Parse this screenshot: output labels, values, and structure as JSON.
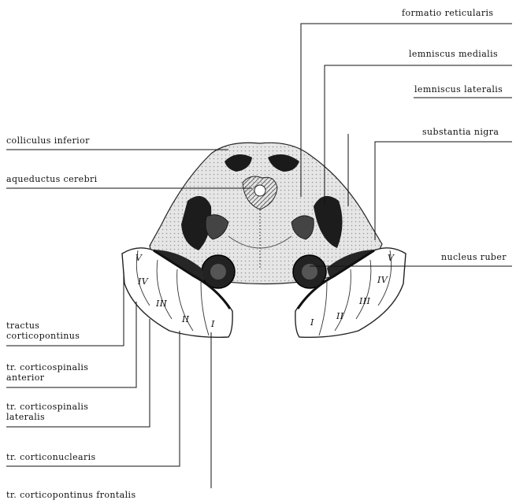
{
  "labels": {
    "formatio_reticularis": "formatio reticularis",
    "lemniscus_medialis": "lemniscus medialis",
    "lemniscus_lateralis": "lemniscus lateralis",
    "substantia_nigra": "substantia nigra",
    "colliculus_inferior": "colliculus inferior",
    "aqueductus_cerebri": "aqueductus cerebri",
    "nucleus_ruber": "nucleus ruber",
    "tractus_corticopontinus_1": "tractus",
    "tractus_corticopontinus_2": "corticopontinus",
    "tr_corticospinalis_anterior_1": "tr. corticospinalis",
    "tr_corticospinalis_anterior_2": "anterior",
    "tr_corticospinalis_lateralis_1": "tr. corticospinalis",
    "tr_corticospinalis_lateralis_2": "lateralis",
    "tr_corticonuclearis": "tr. corticonuclearis",
    "tr_corticopontinus_frontalis": "tr. corticopontinus frontalis"
  },
  "segments_left": [
    "V",
    "IV",
    "III",
    "II",
    "I"
  ],
  "segments_right": [
    "I",
    "II",
    "III",
    "IV",
    "V"
  ]
}
